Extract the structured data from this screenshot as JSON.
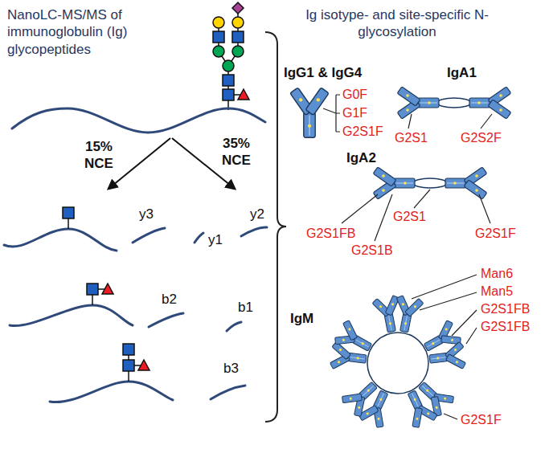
{
  "diagram": {
    "labels": [
      "NanoLC-MS/MS of immunoglobulin (Ig) glycopeptides",
      "15% NCE",
      "35% NCE",
      "y3",
      "y2",
      "y1",
      "b2",
      "b1",
      "b3",
      "Ig isotype- and site-specific N-glycosylation",
      "IgG1 & IgG4",
      "IgA1",
      "G0F",
      "G1F",
      "G2S1F",
      "G2S1",
      "G2S2F",
      "IgA2",
      "G2S1FB",
      "G2S1",
      "G2S1F",
      "G2S1B",
      "IgM",
      "Man6",
      "Man5",
      "G2S1FB",
      "G2S1FB",
      "G2S1F"
    ]
  }
}
